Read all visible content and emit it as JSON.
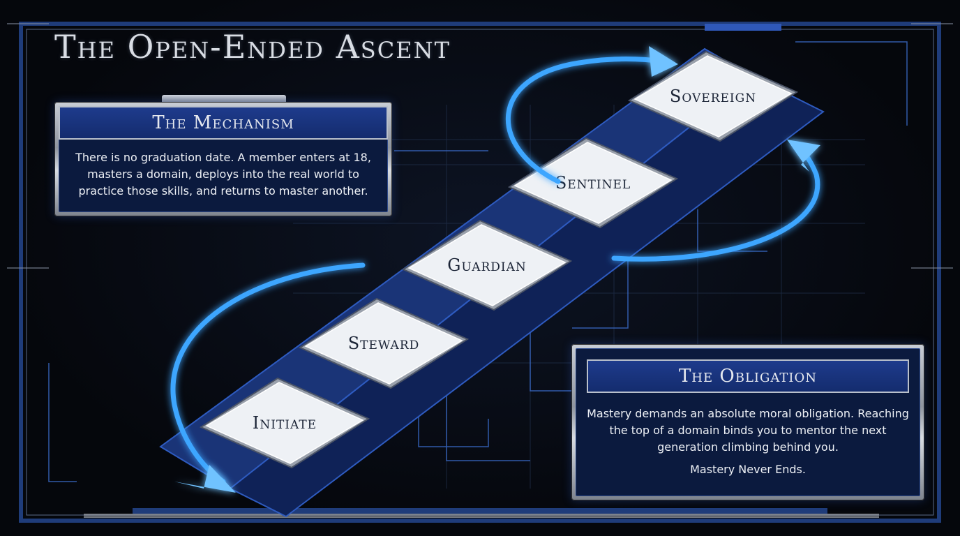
{
  "title": "The Open-Ended Ascent",
  "mechanism": {
    "heading": "The Mechanism",
    "body": "There is no graduation date. A member enters at 18, masters a domain, deploys into the real world to practice those skills, and returns to master another."
  },
  "obligation": {
    "heading": "The Obligation",
    "body": "Mastery demands an absolute moral obligation. Reaching the top of a domain binds you to mentor the next generation climbing behind you.",
    "closing": "Mastery Never Ends."
  },
  "steps": [
    {
      "label": "Initiate"
    },
    {
      "label": "Steward"
    },
    {
      "label": "Guardian"
    },
    {
      "label": "Sentinel"
    },
    {
      "label": "Sovereign"
    }
  ],
  "colors": {
    "accent_blue": "#3ea6ff",
    "panel_navy": "#0b1a3e",
    "header_blue": "#1e3b8c",
    "frame_silver": "#c9ced6"
  }
}
